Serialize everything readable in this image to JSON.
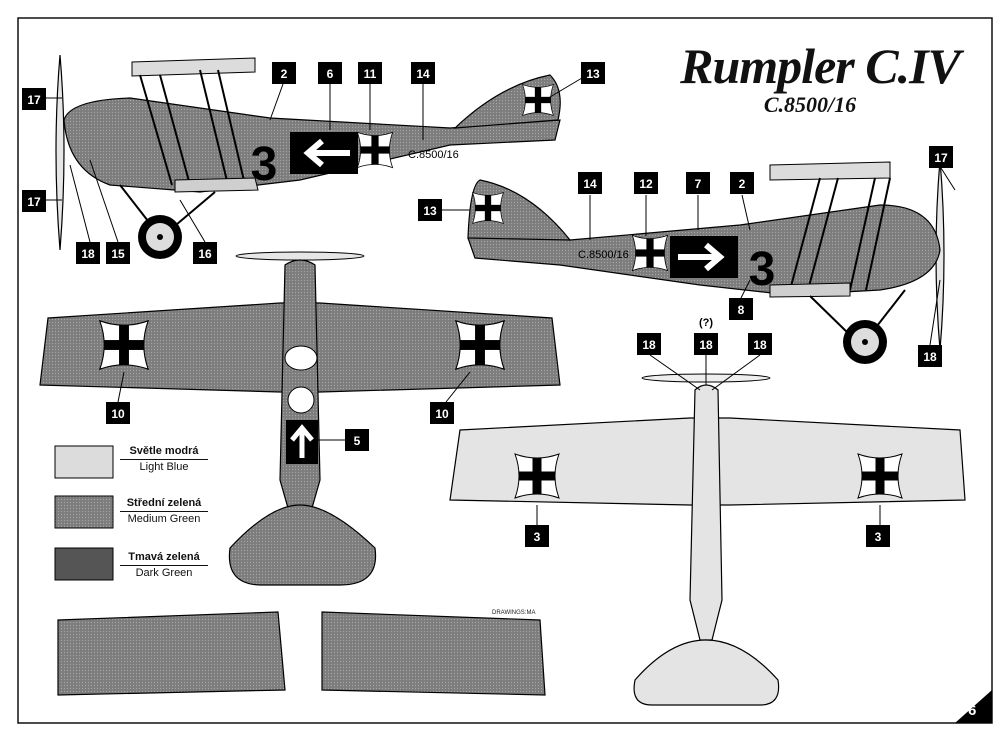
{
  "title": "Rumpler C.IV",
  "subtitle": "C.8500/16",
  "serial_marking": "C.8500/16",
  "fuselage_number": "3",
  "credit": "DRAWINGS:MA",
  "page_number": "6",
  "unknown_marker": "(?)",
  "legend": [
    {
      "cz": "Světle modrá",
      "en": "Light Blue",
      "color": "#dcdcdc"
    },
    {
      "cz": "Střední zelená",
      "en": "Medium Green",
      "color": "#8a8a8a"
    },
    {
      "cz": "Tmavá zelená",
      "en": "Dark Green",
      "color": "#555555"
    }
  ],
  "callouts": {
    "left_side": [
      "2",
      "6",
      "11",
      "14",
      "13",
      "17",
      "17",
      "18",
      "15",
      "16"
    ],
    "right_side": [
      "17",
      "14",
      "12",
      "7",
      "2",
      "13",
      "8",
      "18"
    ],
    "top_view": [
      "10",
      "10",
      "5"
    ],
    "bottom_view": [
      "18",
      "18",
      "18",
      "3",
      "3"
    ]
  }
}
